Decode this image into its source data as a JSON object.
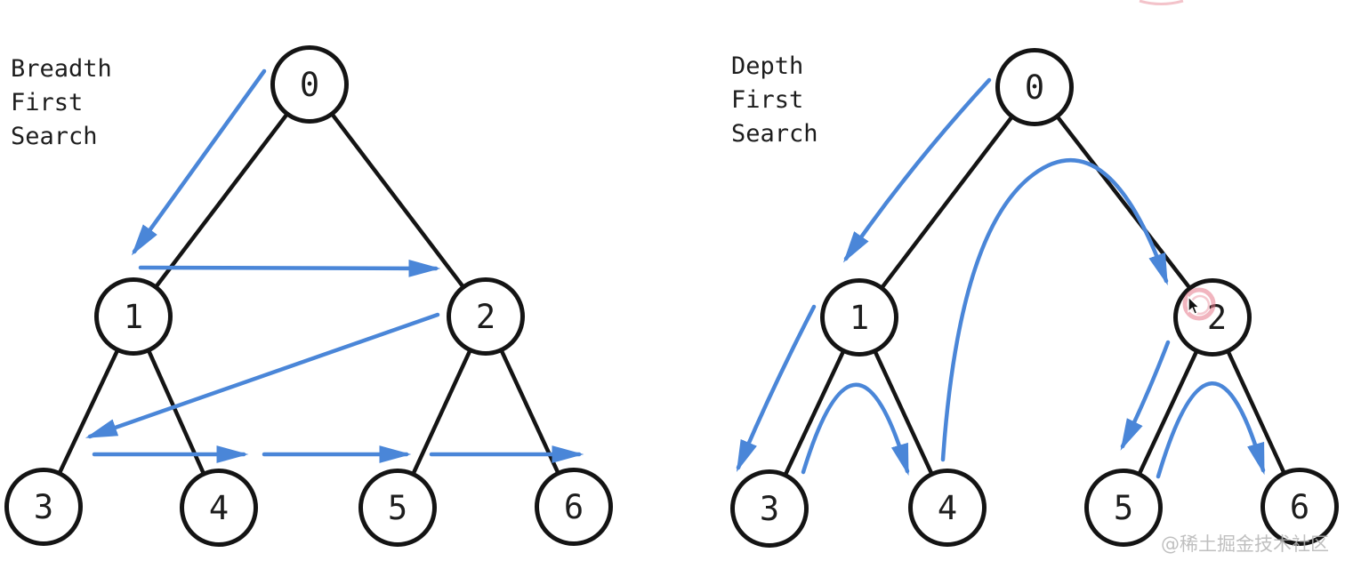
{
  "left_diagram": {
    "title": "Breadth First Search",
    "title_lines": [
      "Breadth",
      "First",
      "Search"
    ],
    "nodes": [
      {
        "label": "0"
      },
      {
        "label": "1"
      },
      {
        "label": "2"
      },
      {
        "label": "3"
      },
      {
        "label": "4"
      },
      {
        "label": "5"
      },
      {
        "label": "6"
      }
    ],
    "edges": [
      [
        "0",
        "1"
      ],
      [
        "0",
        "2"
      ],
      [
        "1",
        "3"
      ],
      [
        "1",
        "4"
      ],
      [
        "2",
        "5"
      ],
      [
        "2",
        "6"
      ]
    ],
    "traversal_order": [
      "0",
      "1",
      "2",
      "3",
      "4",
      "5",
      "6"
    ],
    "arrow_steps": [
      "0→1",
      "1→2",
      "2→3",
      "3→4",
      "4→5",
      "5→6"
    ]
  },
  "right_diagram": {
    "title": "Depth First Search",
    "title_lines": [
      "Depth",
      "First",
      "Search"
    ],
    "nodes": [
      {
        "label": "0"
      },
      {
        "label": "1"
      },
      {
        "label": "2"
      },
      {
        "label": "3"
      },
      {
        "label": "4"
      },
      {
        "label": "5"
      },
      {
        "label": "6"
      }
    ],
    "edges": [
      [
        "0",
        "1"
      ],
      [
        "0",
        "2"
      ],
      [
        "1",
        "3"
      ],
      [
        "1",
        "4"
      ],
      [
        "2",
        "5"
      ],
      [
        "2",
        "6"
      ]
    ],
    "traversal_order": [
      "0",
      "1",
      "3",
      "4",
      "2",
      "5",
      "6"
    ],
    "arrow_steps": [
      "0→1",
      "1→3",
      "3→4",
      "4→2",
      "2→5",
      "5→6"
    ]
  },
  "annotations": {
    "click_highlight": {
      "target_node": "2",
      "color": "#e5798a"
    },
    "mouse_cursor": "arrow-pointer"
  },
  "watermark": {
    "text": "@稀土掘金技术社区",
    "color": "#b5b5b5"
  },
  "colors": {
    "arrow_blue": "#4a86d8",
    "line_black": "#141414",
    "node_fill": "#ffffff"
  }
}
